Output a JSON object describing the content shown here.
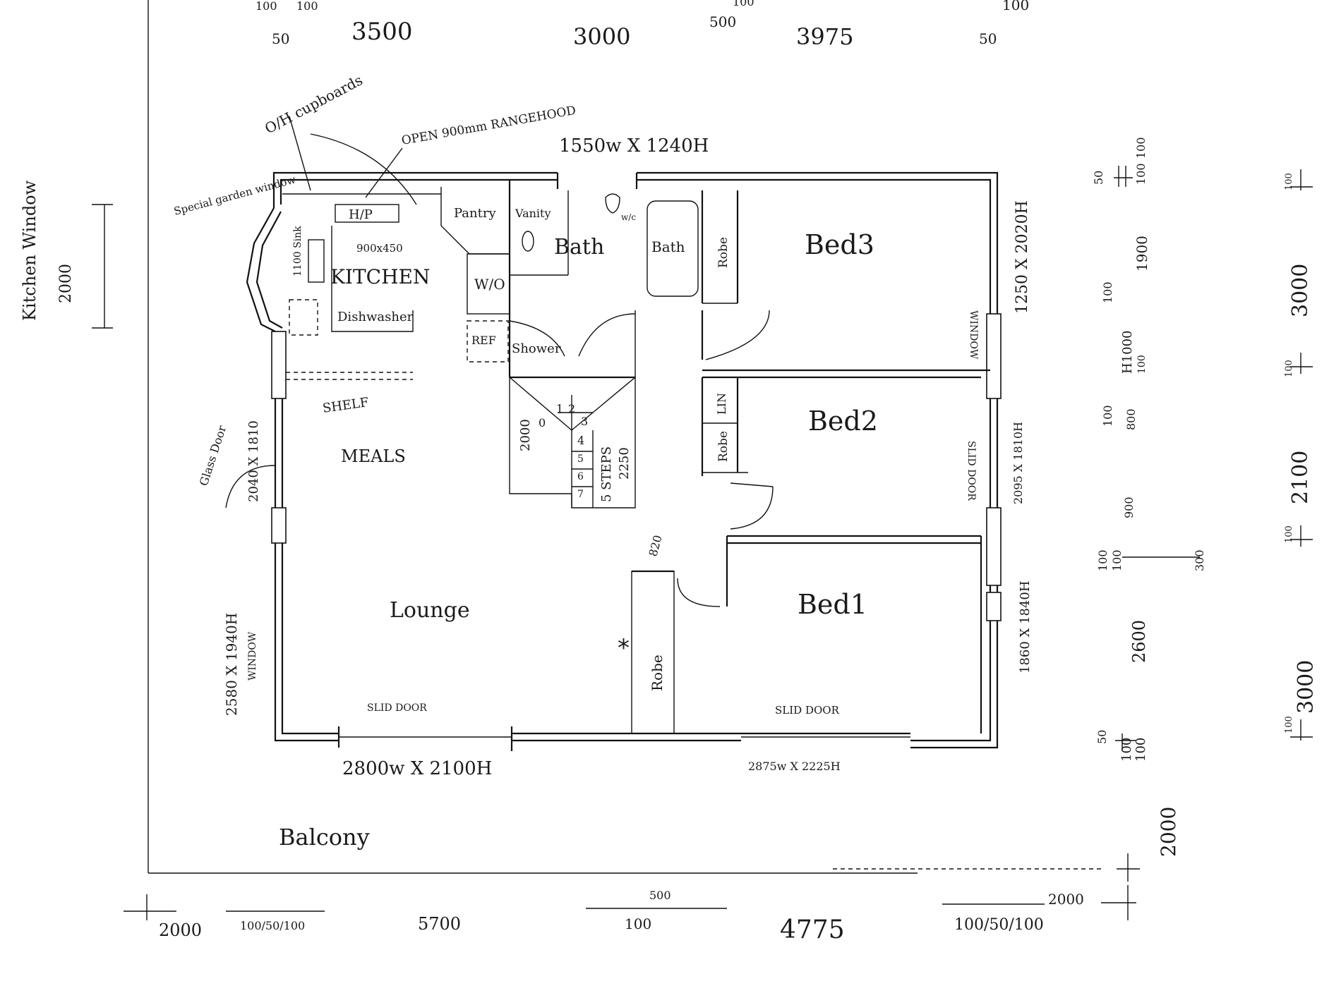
{
  "rooms": {
    "kitchen": "KITCHEN",
    "meals": "MEALS",
    "lounge": "Lounge",
    "bath": "Bath",
    "bath_tub": "Bath",
    "bed3": "Bed3",
    "bed2": "Bed2",
    "bed1": "Bed1",
    "pantry": "Pantry",
    "vanity": "Vanity",
    "shower": "Shower",
    "wo": "W/O",
    "ref": "REF",
    "robe_bed3": "Robe",
    "robe_bed2": "Robe",
    "robe_lounge": "Robe",
    "lin": "LIN",
    "wc": "w/c",
    "balcony": "Balcony"
  },
  "kitchen_notes": {
    "ol_cupboards": "O/H cupboards",
    "open_rangehood": "OPEN 900mm RANGEHOOD",
    "hp": "H/P",
    "hp_size": "900x450",
    "sink": "1100 Sink",
    "dishwasher": "Dishwasher",
    "special_window": "Special garden window",
    "shelf": "SHELF",
    "kitchen_window": "Kitchen Window",
    "kitchen_window_h": "2000"
  },
  "stairs": {
    "steps": "5 STEPS",
    "length": "2250",
    "width": "2000",
    "n0": "0",
    "n1": "1",
    "n2": "2",
    "n3": "3",
    "n4": "4",
    "n5": "5",
    "n6": "6",
    "n7": "7"
  },
  "openings": {
    "bath_window": "1550w X 1240H",
    "bed3_window": "1250 X 2020H",
    "bed3_window_label": "WINDOW",
    "bed2_door": "2095 X 1810H",
    "bed2_door_label": "SLID DOOR",
    "bed1_window": "1860 X 1840H",
    "glass_door": "Glass Door",
    "glass_door_size": "2040 X 1810",
    "lounge_window": "2580 X 1940H",
    "lounge_window_label": "WINDOW",
    "lounge_slide": "SLID DOOR",
    "bed1_slide": "SLID DOOR",
    "lounge_slide_size": "2800w X 2100H",
    "bed1_slide_size": "2875w X 2225H",
    "door_820": "820"
  },
  "dims_top": {
    "d1": "3500",
    "d2": "3000",
    "d3": "3975",
    "s1": "50",
    "s2": "500",
    "s3": "50",
    "t1": "100",
    "t2": "100",
    "t3": "100",
    "t4": "100"
  },
  "dims_bottom": {
    "d1": "2000",
    "d2": "100/50/100",
    "d3": "5700",
    "d4": "500",
    "d5": "100",
    "d6": "4775",
    "d7": "100/50/100",
    "d8": "2000"
  },
  "dims_right_inner": {
    "a": "50",
    "b": "100",
    "c": "100",
    "d": "1900",
    "e": "100",
    "f": "H1000",
    "g": "100",
    "h": "800",
    "i": "100",
    "j": "900",
    "k": "100",
    "l": "100",
    "m": "2600",
    "n": "50",
    "o": "100",
    "p": "100",
    "q": "2000",
    "r": "300"
  },
  "dims_right_outer": {
    "a": "3000",
    "b": "2100",
    "c": "3000",
    "t1": "100",
    "t2": "100",
    "t3": "100",
    "t4": "100"
  }
}
